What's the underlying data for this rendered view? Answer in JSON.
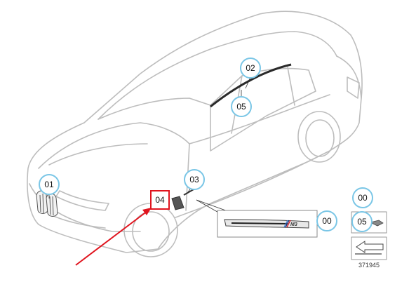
{
  "diagram": {
    "callouts": [
      {
        "id": "callout-01",
        "label": "01",
        "highlight": false
      },
      {
        "id": "callout-02",
        "label": "02",
        "highlight": false
      },
      {
        "id": "callout-05-top",
        "label": "05",
        "highlight": false
      },
      {
        "id": "callout-03",
        "label": "03",
        "highlight": false
      },
      {
        "id": "callout-04",
        "label": "04",
        "highlight": true
      },
      {
        "id": "callout-00-detail",
        "label": "00",
        "highlight": false
      },
      {
        "id": "callout-00-right",
        "label": "00",
        "highlight": false
      },
      {
        "id": "callout-05-right",
        "label": "05",
        "highlight": false
      }
    ],
    "diagram_number": "371945",
    "badge_text": "M3",
    "colors": {
      "outline": "#bdbdbd",
      "callout_border": "#7ac6e6",
      "highlight": "#e0141e",
      "trim_strip": "#2a2a2a"
    }
  }
}
